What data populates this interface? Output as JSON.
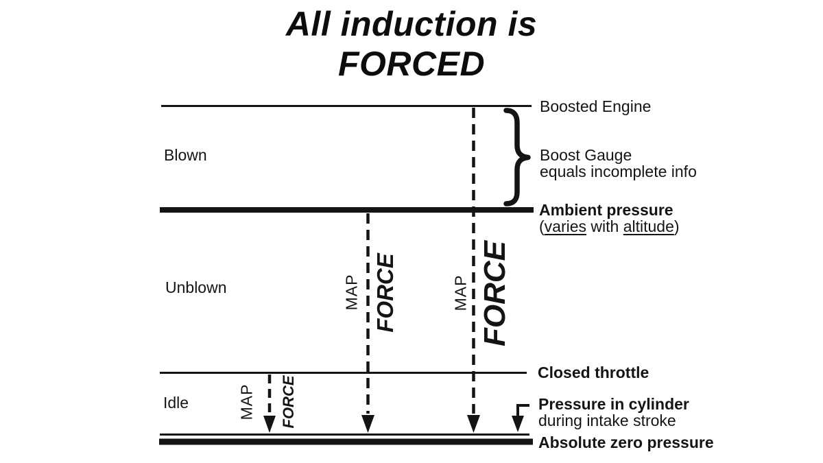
{
  "title": {
    "line1": "All induction is",
    "line2": "FORCED"
  },
  "regions": {
    "blown": "Blown",
    "unblown": "Unblown",
    "idle": "Idle"
  },
  "right_labels": {
    "boosted_engine": "Boosted Engine",
    "boost_gauge_line1": "Boost Gauge",
    "boost_gauge_line2": "equals incomplete info",
    "ambient_line1": "Ambient pressure",
    "ambient_line2": {
      "prefix": "(",
      "u1": "varies",
      "mid": " with ",
      "u2": "altitude",
      "suffix": ")"
    },
    "closed_throttle": "Closed throttle",
    "cylinder_line1": "Pressure in cylinder",
    "cylinder_line2": "during intake stroke",
    "absolute_zero": "Absolute zero pressure"
  },
  "arrows": {
    "boost": {
      "map": "MAP",
      "force": "FORCE"
    },
    "unblown": {
      "map": "MAP",
      "force": "FORCE"
    },
    "idle": {
      "map": "MAP",
      "force": "FORCE"
    }
  },
  "colors": {
    "ink": "#141414",
    "background": "#ffffff"
  }
}
